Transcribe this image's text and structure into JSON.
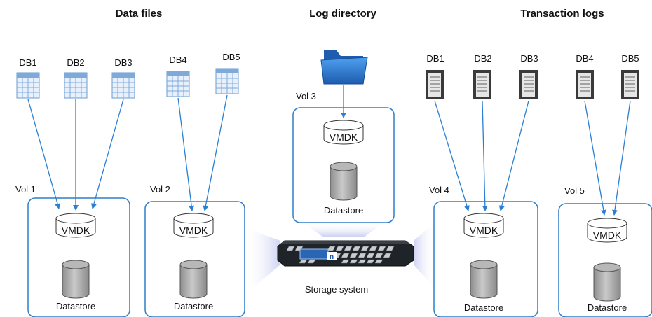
{
  "headers": {
    "data_files": "Data files",
    "log_directory": "Log directory",
    "transaction_logs": "Transaction logs"
  },
  "data_files": {
    "db_labels": [
      "DB1",
      "DB2",
      "DB3",
      "DB4",
      "DB5"
    ]
  },
  "transaction_logs": {
    "db_labels": [
      "DB1",
      "DB2",
      "DB3",
      "DB4",
      "DB5"
    ]
  },
  "volumes": [
    "Vol 1",
    "Vol 2",
    "Vol 3",
    "Vol 4",
    "Vol 5"
  ],
  "vmdk_label": "VMDK",
  "datastore_label": "Datastore",
  "storage_system_label": "Storage system",
  "colors": {
    "arrow": "#2a7fd4",
    "volume_border": "#2f7fc8",
    "beam": "#dfe3f7",
    "table_icon": "#6a9bd0",
    "folder": "#2f74c8",
    "log_icon": "#3a3a3a",
    "cylinder": "#9a9a9a"
  },
  "icons": {
    "data_file": "table-icon",
    "log_directory": "folder-icon",
    "transaction_log": "log-file-icon",
    "vmdk": "virtual-disk-icon",
    "datastore": "cylinder-icon",
    "storage": "storage-array-icon"
  }
}
